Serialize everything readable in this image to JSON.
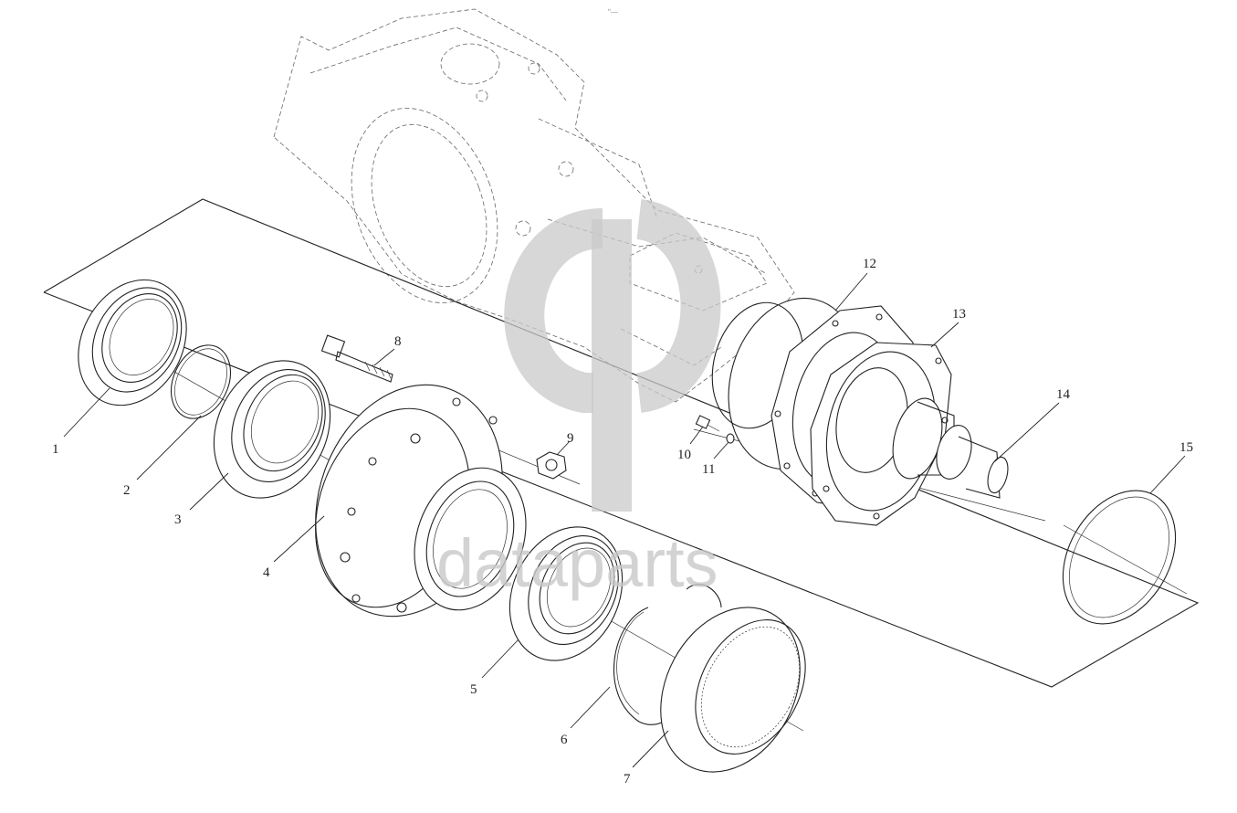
{
  "header_mark": "\"—",
  "watermark": {
    "text": "dataparts"
  },
  "parts": [
    {
      "id": "part-1",
      "label": "1"
    },
    {
      "id": "part-2",
      "label": "2"
    },
    {
      "id": "part-3",
      "label": "3"
    },
    {
      "id": "part-4",
      "label": "4"
    },
    {
      "id": "part-5",
      "label": "5"
    },
    {
      "id": "part-6",
      "label": "6"
    },
    {
      "id": "part-7",
      "label": "7"
    },
    {
      "id": "part-8",
      "label": "8"
    },
    {
      "id": "part-9",
      "label": "9"
    },
    {
      "id": "part-10",
      "label": "10"
    },
    {
      "id": "part-11",
      "label": "11"
    },
    {
      "id": "part-12",
      "label": "12"
    },
    {
      "id": "part-13",
      "label": "13"
    },
    {
      "id": "part-14",
      "label": "14"
    },
    {
      "id": "part-15",
      "label": "15"
    }
  ]
}
